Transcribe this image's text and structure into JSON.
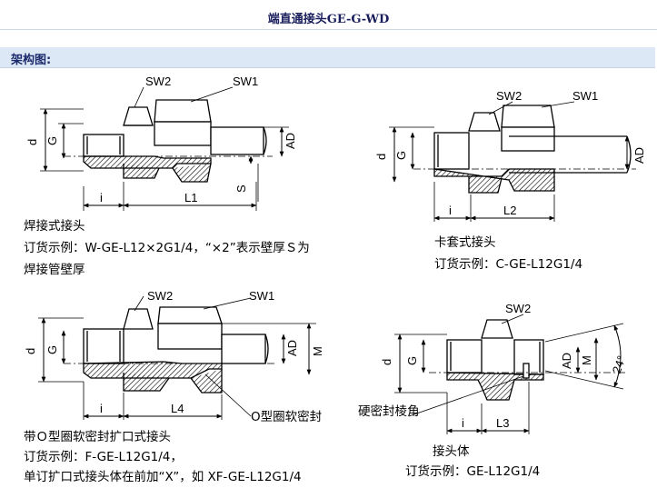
{
  "title": "端直通接头GE-G-WD",
  "section": "架构图:",
  "labels": {
    "sw1": "SW1",
    "sw2": "SW2",
    "d": "d",
    "g": "G",
    "ad": "AD",
    "s": "S",
    "i": "i",
    "m": "M",
    "l1": "L1",
    "l2": "L2",
    "l3": "L3",
    "l4": "L4",
    "angle": "24°"
  },
  "fig1": {
    "name": "焊接式接头",
    "order": "订货示例：W-GE-L12×2G1/4，“×2”表示壁厚Ｓ为",
    "note": "焊接管壁厚"
  },
  "fig2": {
    "name": "卡套式接头",
    "order": "订货示例：C-GE-L12G1/4"
  },
  "fig3": {
    "name": "带Ｏ型圈软密封扩口式接头",
    "order": "订货示例：F-GE-L12G1/4，",
    "note": "单订扩口式接头体在前加“X”，如 XF-GE-L12G1/4",
    "callout": "O型圈软密封"
  },
  "fig4": {
    "name": "接头体",
    "order": "订货示例：GE-L12G1/4",
    "callout": "硬密封棱角"
  }
}
